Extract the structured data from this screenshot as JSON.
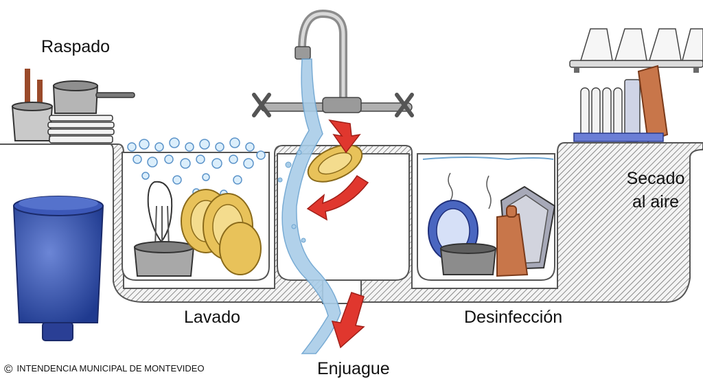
{
  "labels": {
    "raspado": "Raspado",
    "lavado": "Lavado",
    "enjuague": "Enjuague",
    "desinfeccion": "Desinfección",
    "secado_line1": "Secado",
    "secado_line2": "al aire"
  },
  "copyright": {
    "symbol": "©",
    "text": "INTENDENCIA MUNICIPAL DE MONTEVIDEO"
  },
  "colors": {
    "sink_hatch": "#7a7a7a",
    "water": "#a9cde8",
    "arrow": "#e0372e",
    "bin": "#2f4fa8",
    "plates": "#e8c25a",
    "cutting_board": "#c8764a"
  }
}
